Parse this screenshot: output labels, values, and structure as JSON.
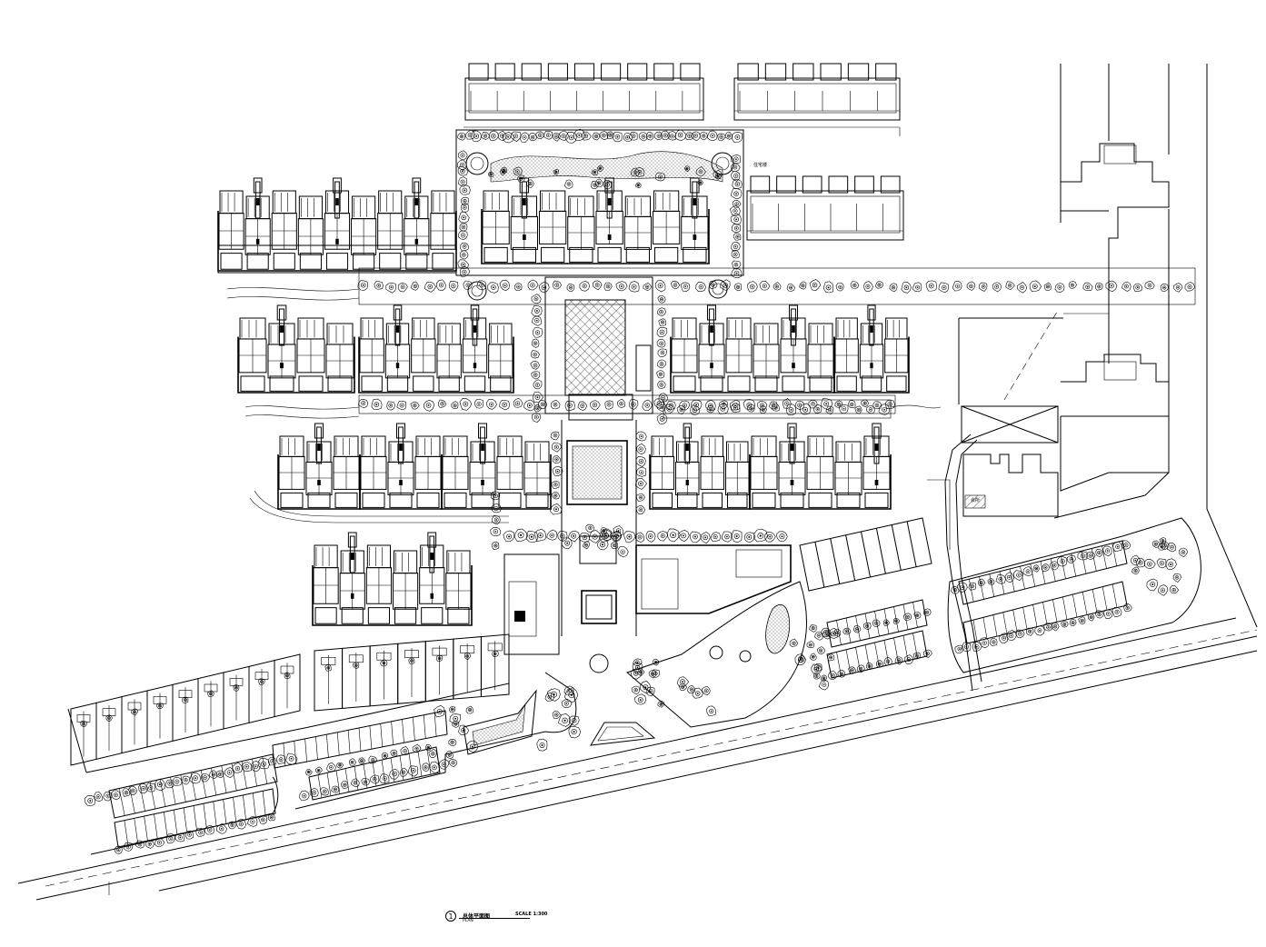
{
  "drawing": {
    "title_block": {
      "number": "1",
      "title": "总体平面图",
      "scale": "SCALE 1:300",
      "subtitle": "PLAN"
    },
    "labels": {
      "north_building": "住宅楼",
      "east_building": "会所"
    }
  }
}
